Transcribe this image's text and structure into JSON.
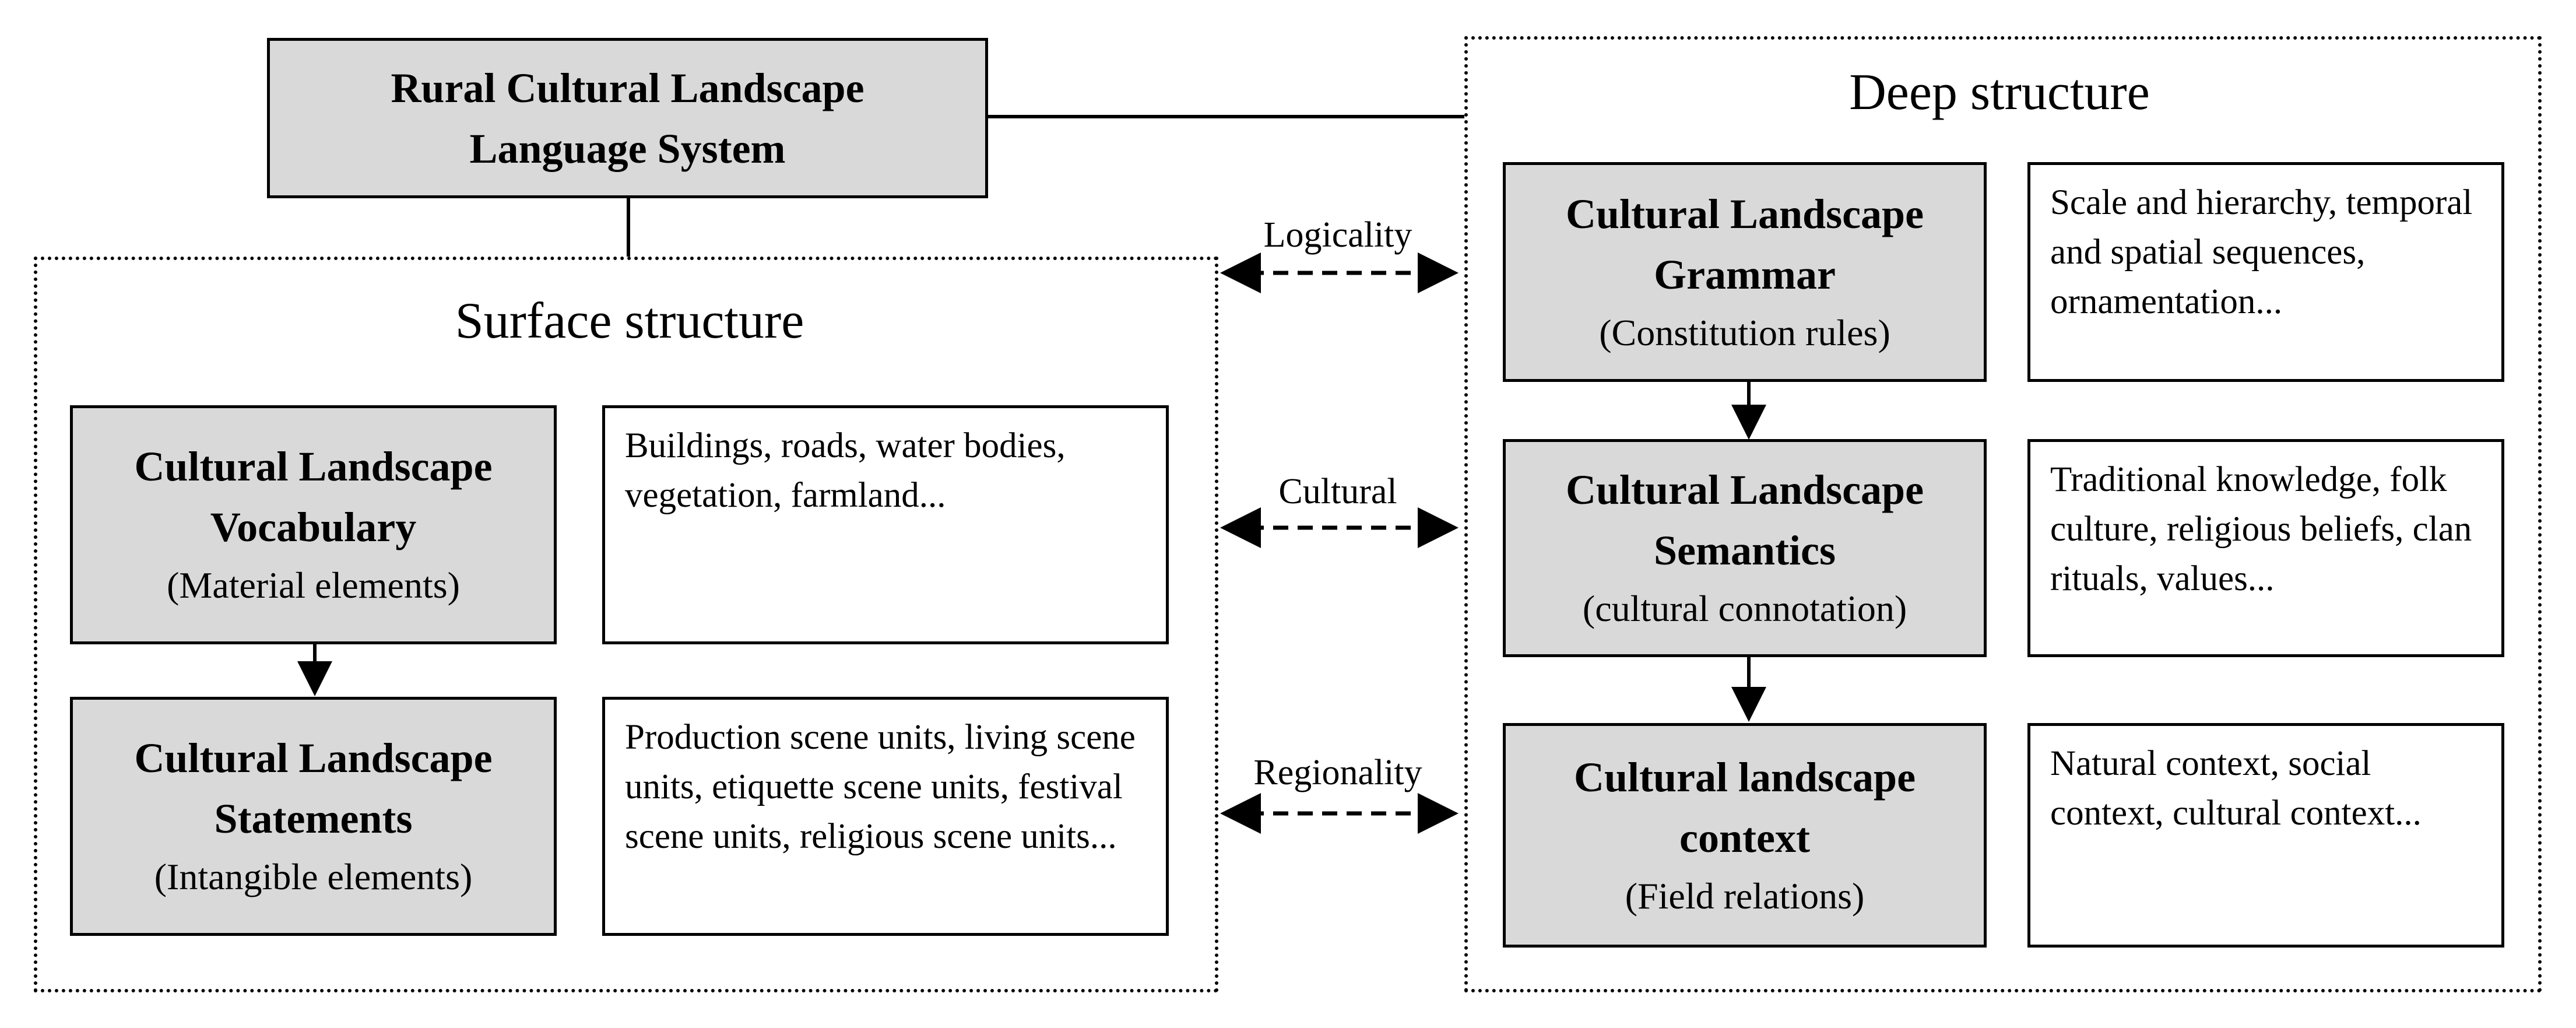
{
  "root": {
    "line1": "Rural Cultural Landscape",
    "line2": "Language System"
  },
  "surface": {
    "title": "Surface structure",
    "vocabulary": {
      "line1": "Cultural Landscape",
      "line2": "Vocabulary",
      "sub": "(Material elements)"
    },
    "vocabulary_desc": "Buildings, roads, water bodies, vegetation, farmland...",
    "statements": {
      "line1": "Cultural Landscape",
      "line2": "Statements",
      "sub": "(Intangible elements)"
    },
    "statements_desc": "Production scene units, living scene units, etiquette scene units, festival scene units, religious scene units..."
  },
  "deep": {
    "title": "Deep structure",
    "grammar": {
      "line1": "Cultural Landscape",
      "line2": "Grammar",
      "sub": "(Constitution rules)"
    },
    "grammar_desc": "Scale and hierarchy, temporal and spatial sequences, ornamentation...",
    "semantics": {
      "line1": "Cultural Landscape",
      "line2": "Semantics",
      "sub": "(cultural connotation)"
    },
    "semantics_desc": "Traditional knowledge, folk culture, religious beliefs, clan rituals, values...",
    "context": {
      "line1": "Cultural landscape",
      "line2": "context",
      "sub": "(Field relations)"
    },
    "context_desc": "Natural context, social context, cultural context..."
  },
  "links": {
    "logicality": "Logicality",
    "cultural": "Cultural",
    "regionality": "Regionality"
  }
}
